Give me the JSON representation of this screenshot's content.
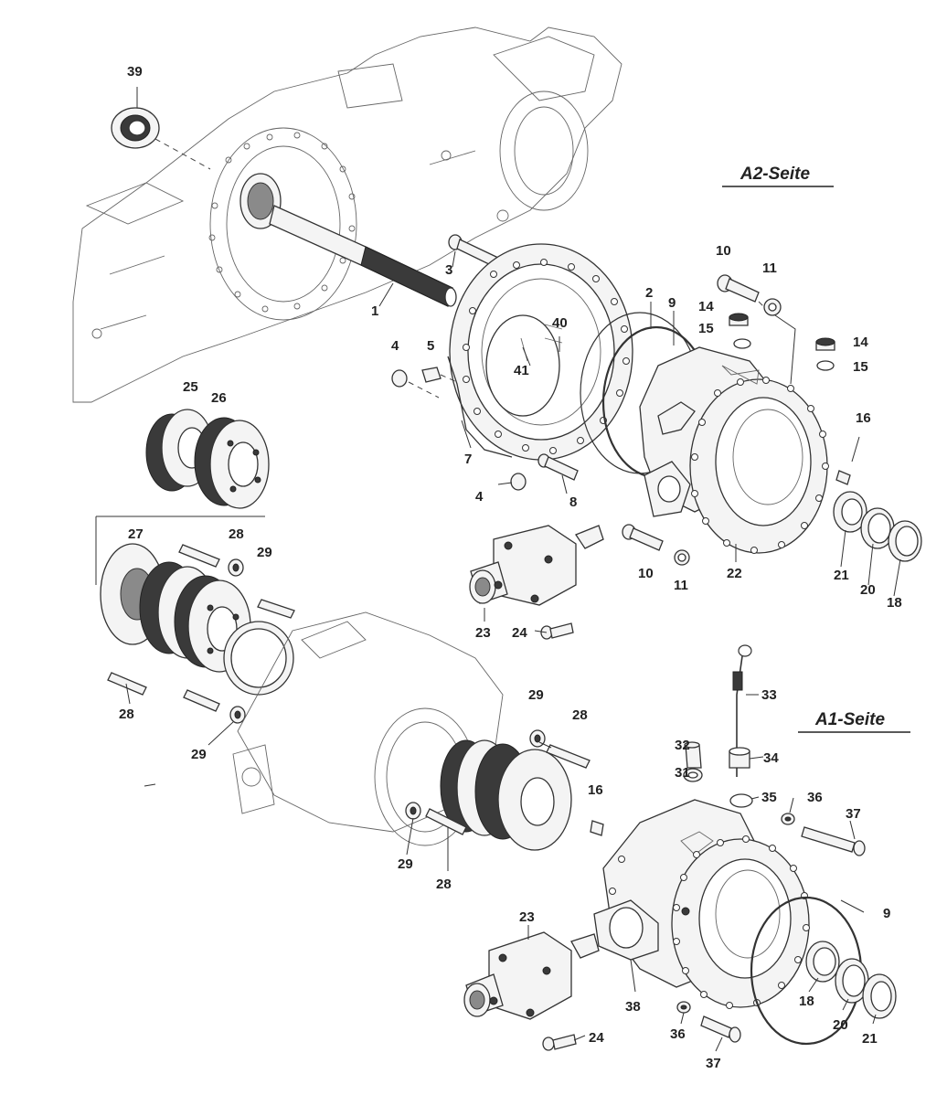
{
  "side_labels": {
    "a2": "A2-Seite",
    "a1": "A1-Seite"
  },
  "callouts": {
    "c39": "39",
    "c3": "3",
    "c1": "1",
    "c4a": "4",
    "c5": "5",
    "c40": "40",
    "c41": "41",
    "c2": "2",
    "c9a": "9",
    "c10a": "10",
    "c11a": "11",
    "c14a": "14",
    "c15a": "15",
    "c14b": "14",
    "c15b": "15",
    "c16a": "16",
    "c7": "7",
    "c4b": "4",
    "c8": "8",
    "c25": "25",
    "c26": "26",
    "c27": "27",
    "c28a": "28",
    "c29a": "29",
    "c23a": "23",
    "c24a": "24",
    "c10b": "10",
    "c11b": "11",
    "c22": "22",
    "c21a": "21",
    "c20a": "20",
    "c18a": "18",
    "c28b": "28",
    "c29b": "29",
    "c29c": "29",
    "c28c": "28",
    "c33": "33",
    "c32": "32",
    "c31": "31",
    "c34": "34",
    "c35": "35",
    "c16b": "16",
    "c36a": "36",
    "c37a": "37",
    "c29d": "29",
    "c28d": "28",
    "c9b": "9",
    "c23b": "23",
    "c38": "38",
    "c18b": "18",
    "c20b": "20",
    "c21b": "21",
    "c24b": "24",
    "c36b": "36",
    "c37b": "37"
  }
}
